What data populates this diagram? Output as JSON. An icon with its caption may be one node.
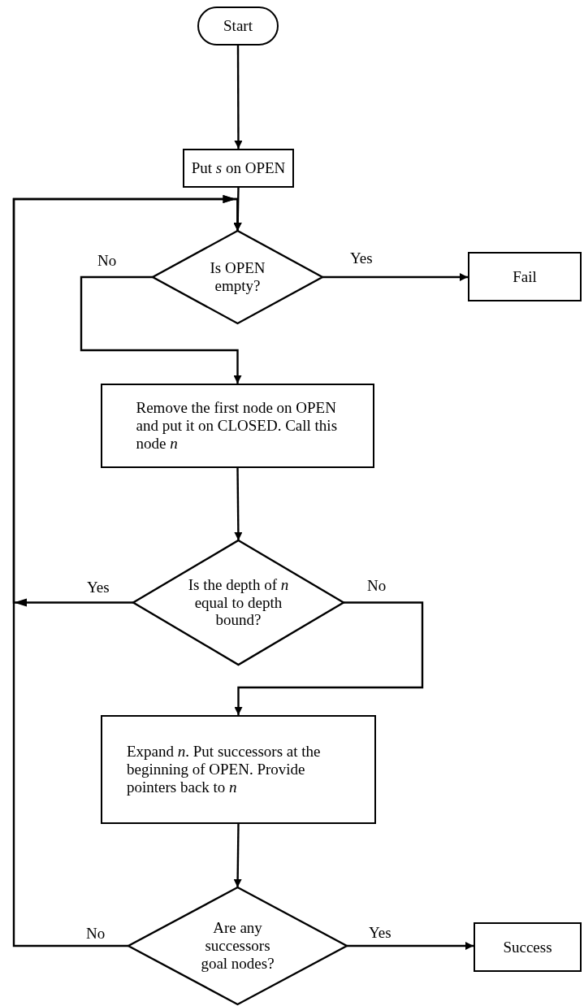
{
  "diagram": {
    "nodes": [
      {
        "text": [
          "Start"
        ]
      },
      {
        "text": [
          "Put *s* on OPEN"
        ]
      },
      {
        "text": [
          "Is OPEN empty?"
        ]
      },
      {
        "text": [
          "Fail"
        ]
      },
      {
        "text": [
          "Remove the first node on OPEN and put it on CLOSED. Call this node *n*"
        ]
      },
      {
        "text": [
          "Is the depth of *n* equal to depth bound?"
        ]
      },
      {
        "text": [
          "Expand *n*. Put successors at the beginning of OPEN. Provide pointers back to *n*"
        ]
      },
      {
        "text": [
          "Are any successors goal nodes?"
        ]
      },
      {
        "text": [
          "Success"
        ]
      }
    ],
    "edges": [
      {
        "from": 0,
        "to": 1,
        "arrow": "to"
      },
      {
        "from": 1,
        "to": 2,
        "arrow": "to"
      },
      {
        "from": 2,
        "to": 3,
        "arrow": "to",
        "label": "Yes"
      },
      {
        "from": 2,
        "to": 4,
        "arrow": "to",
        "label": "No"
      },
      {
        "from": 4,
        "to": 5,
        "arrow": "to"
      },
      {
        "from": 5,
        "to": 2,
        "arrow": "to",
        "label": "Yes"
      },
      {
        "from": 5,
        "to": 6,
        "arrow": "to",
        "label": "No"
      },
      {
        "from": 6,
        "to": 7,
        "arrow": "to"
      },
      {
        "from": 7,
        "to": 8,
        "arrow": "to",
        "label": "Yes"
      },
      {
        "from": 7,
        "to": 2,
        "arrow": "to",
        "label": "No"
      }
    ]
  }
}
